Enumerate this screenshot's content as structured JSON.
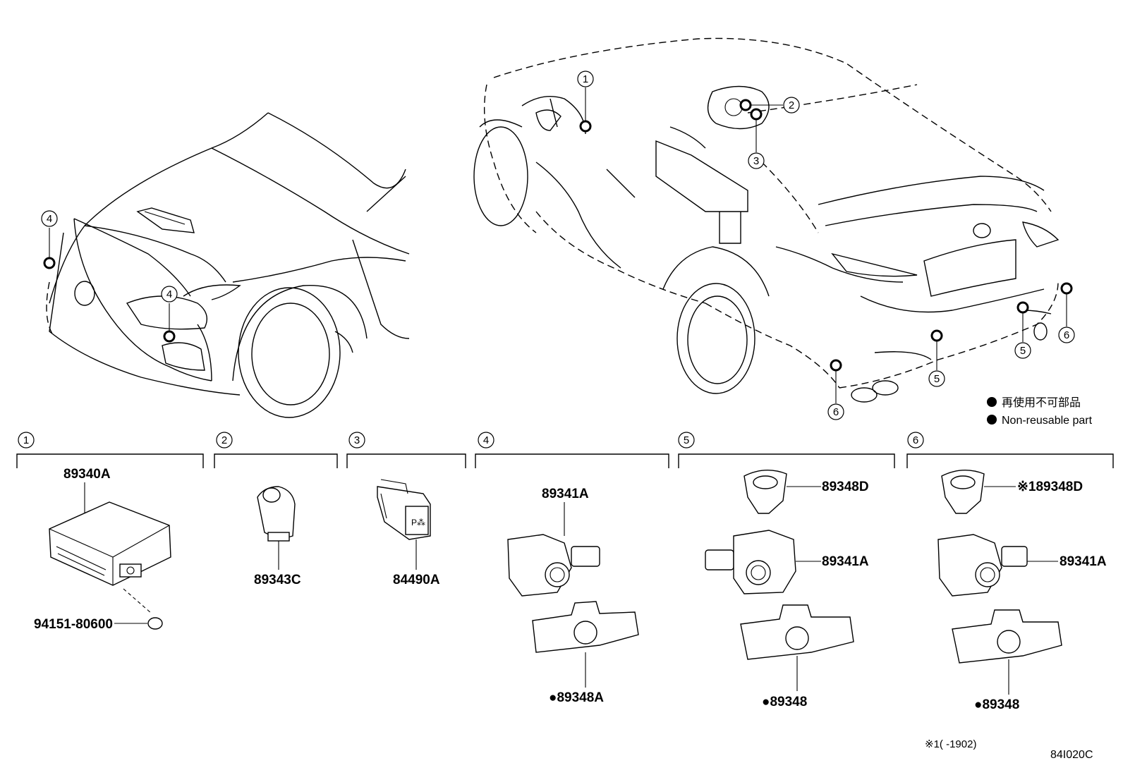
{
  "callouts": {
    "c1": "1",
    "c2": "2",
    "c3": "3",
    "c4": "4",
    "c5": "5",
    "c6": "6"
  },
  "legend": {
    "jp": "再使用不可部品",
    "en": "Non-reusable part"
  },
  "groups": [
    {
      "num": "1",
      "parts": [
        "89340A",
        "94151-80600"
      ]
    },
    {
      "num": "2",
      "parts": [
        "89343C"
      ]
    },
    {
      "num": "3",
      "parts": [
        "84490A"
      ]
    },
    {
      "num": "4",
      "parts": [
        "89341A",
        "●89348A"
      ]
    },
    {
      "num": "5",
      "parts": [
        "89348D",
        "89341A",
        "●89348"
      ]
    },
    {
      "num": "6",
      "parts": [
        "※189348D",
        "89341A",
        "●89348"
      ]
    }
  ],
  "footnote": "※1(      -1902)",
  "diagram_code": "84I020C"
}
